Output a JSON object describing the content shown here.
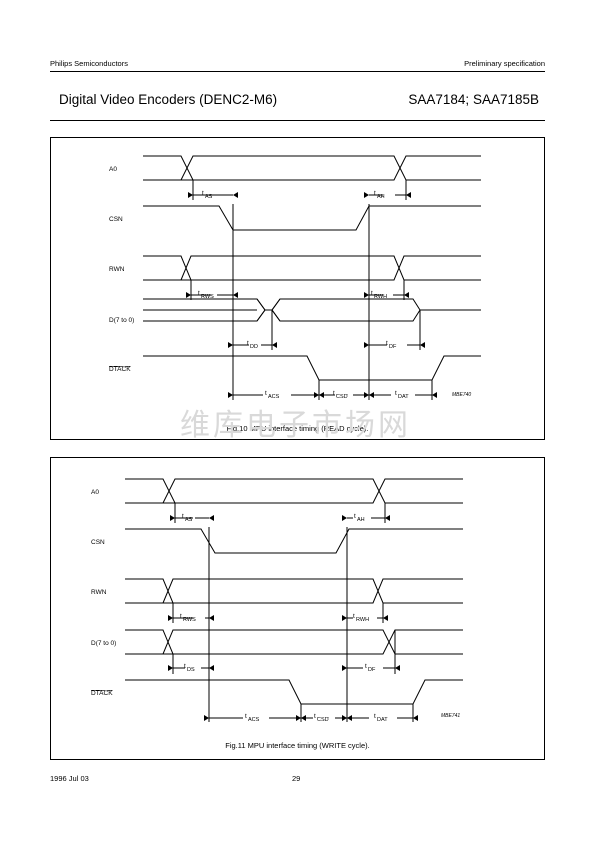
{
  "header": {
    "company": "Philips Semiconductors",
    "status": "Preliminary specification",
    "title": "Digital Video Encoders (DENC2-M6)",
    "part": "SAA7184; SAA7185B"
  },
  "fig10": {
    "caption": "Fig.10  MPU interface timing (READ cycle).",
    "code": "MBE740",
    "signals": [
      "A0",
      "CSN",
      "RWN",
      "D(7 to 0)",
      "DTACK"
    ],
    "timing": {
      "t": "t",
      "as": "AS",
      "ah": "AH",
      "rws": "RWS",
      "rwh": "RWH",
      "dd": "DD",
      "df": "DF",
      "acs": "ACS",
      "csd": "CSD",
      "dat": "DAT"
    }
  },
  "fig11": {
    "caption": "Fig.11  MPU interface timing (WRITE cycle).",
    "code": "MBE741",
    "signals": [
      "A0",
      "CSN",
      "RWN",
      "D(7 to 0)",
      "DTACK"
    ],
    "timing": {
      "t": "t",
      "as": "AS",
      "ah": "AH",
      "rws": "RWS",
      "rwh": "RWH",
      "ds": "DS",
      "df": "DF",
      "acs": "ACS",
      "csd": "CSD",
      "dat": "DAT"
    }
  },
  "watermark": "维库电子市场网",
  "footer": {
    "date": "1996 Jul 03",
    "page": "29"
  }
}
